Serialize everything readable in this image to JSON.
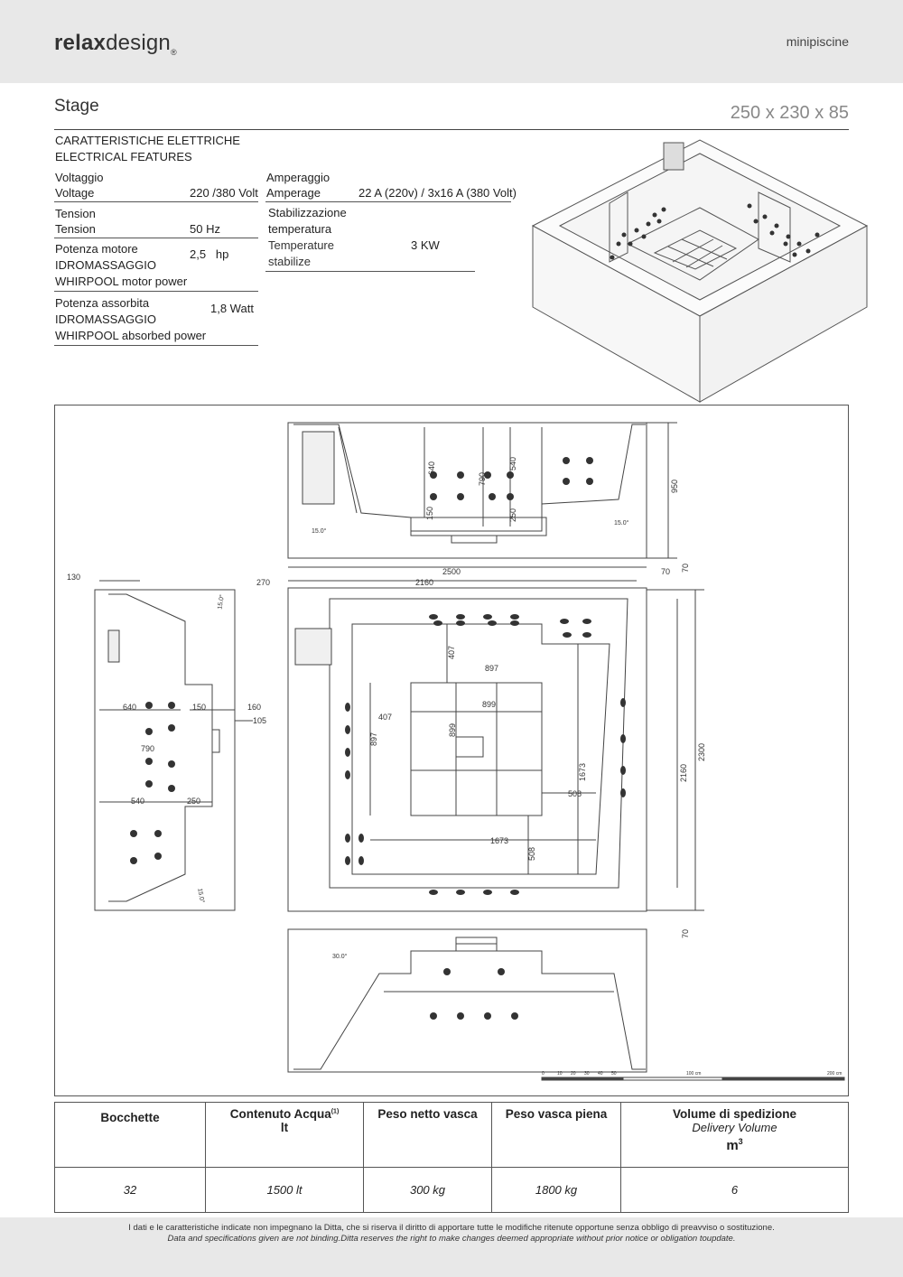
{
  "header": {
    "logo_bold": "relax",
    "logo_light": "design",
    "logo_mark": "®",
    "category": "minipiscine"
  },
  "product": {
    "name": "Stage",
    "dimensions": "250 x 230 x 85"
  },
  "features": {
    "section_title": "CARATTERISTICHE ELETTRICHE",
    "section_subtitle": "ELECTRICAL FEATURES",
    "voltage": {
      "label": "Voltaggio",
      "sublabel": "Voltage",
      "value": "220 /380 Volt"
    },
    "tension": {
      "label": "Tension",
      "sublabel": "Tension",
      "value": "50 Hz"
    },
    "motor_power": {
      "label_1": "Potenza motore",
      "label_2": "IDROMASSAGGIO",
      "sublabel": "WHIRPOOL motor power",
      "value": "2,5   hp"
    },
    "absorbed_power": {
      "label_1": "Potenza assorbita",
      "label_2": "IDROMASSAGGIO",
      "sublabel": "WHIRPOOL absorbed  power",
      "value": "1,8 Watt"
    },
    "amperage": {
      "label": "Amperaggio",
      "sublabel": "Amperage",
      "value": "22 A (220v) / 3x16 A (380 Volt)"
    },
    "stabilization": {
      "label_1": "Stabilizzazione",
      "label_2": "temperatura",
      "sublabel_1": "Temperature",
      "sublabel_2": "stabilize",
      "value": "3 KW"
    }
  },
  "drawing": {
    "front_view_dims": {
      "d640": "640",
      "d790": "790",
      "d540": "540",
      "d150": "150",
      "d250": "250",
      "d950": "950",
      "angle": "15.0°"
    },
    "top_view_dims": {
      "d2500": "2500",
      "d2160_h": "2160",
      "d270": "270",
      "d70_a": "70",
      "d70_b": "70",
      "d70_c": "70",
      "d2300": "2300",
      "d2160_v": "2160",
      "d407_a": "407",
      "d897_a": "897",
      "d899_a": "899",
      "d407_b": "407",
      "d897_b": "897",
      "d899_b": "899",
      "d1673_a": "1673",
      "d508_a": "508",
      "d1673_b": "1673",
      "d508_b": "508"
    },
    "side_view_dims": {
      "d130": "130",
      "d640": "640",
      "d150": "150",
      "d160": "160",
      "d105": "105",
      "d790": "790",
      "d540": "540",
      "d250": "250",
      "angle_a": "15.0°",
      "angle_b": "15.0°"
    },
    "back_view_dims": {
      "angle": "30.0°"
    },
    "scale_labels": [
      "0",
      "10",
      "20",
      "30",
      "40",
      "50",
      "100 cm",
      "200 cm"
    ]
  },
  "specs": {
    "headers": {
      "jets": "Bocchette",
      "water_1": "Contenuto Acqua",
      "water_sup": "(1)",
      "water_2": "lt",
      "net_weight": "Peso netto vasca",
      "full_weight": "Peso vasca piena",
      "volume": "Volume di spedizione",
      "volume_en": "Delivery Volume",
      "volume_unit": "m",
      "volume_unit_sup": "3"
    },
    "values": {
      "jets": "32",
      "water": "1500 lt",
      "net_weight": "300 kg",
      "full_weight": "1800 kg",
      "volume": "6"
    }
  },
  "footer": {
    "it": "I dati e le caratteristiche indicate non impegnano la Ditta, che si riserva il diritto di apportare tutte le modifiche ritenute opportune senza obbligo di preavviso o sostituzione.",
    "en": "Data and specifications given are not binding.Ditta reserves the right to make changes deemed appropriate without prior notice or obligation toupdate."
  }
}
